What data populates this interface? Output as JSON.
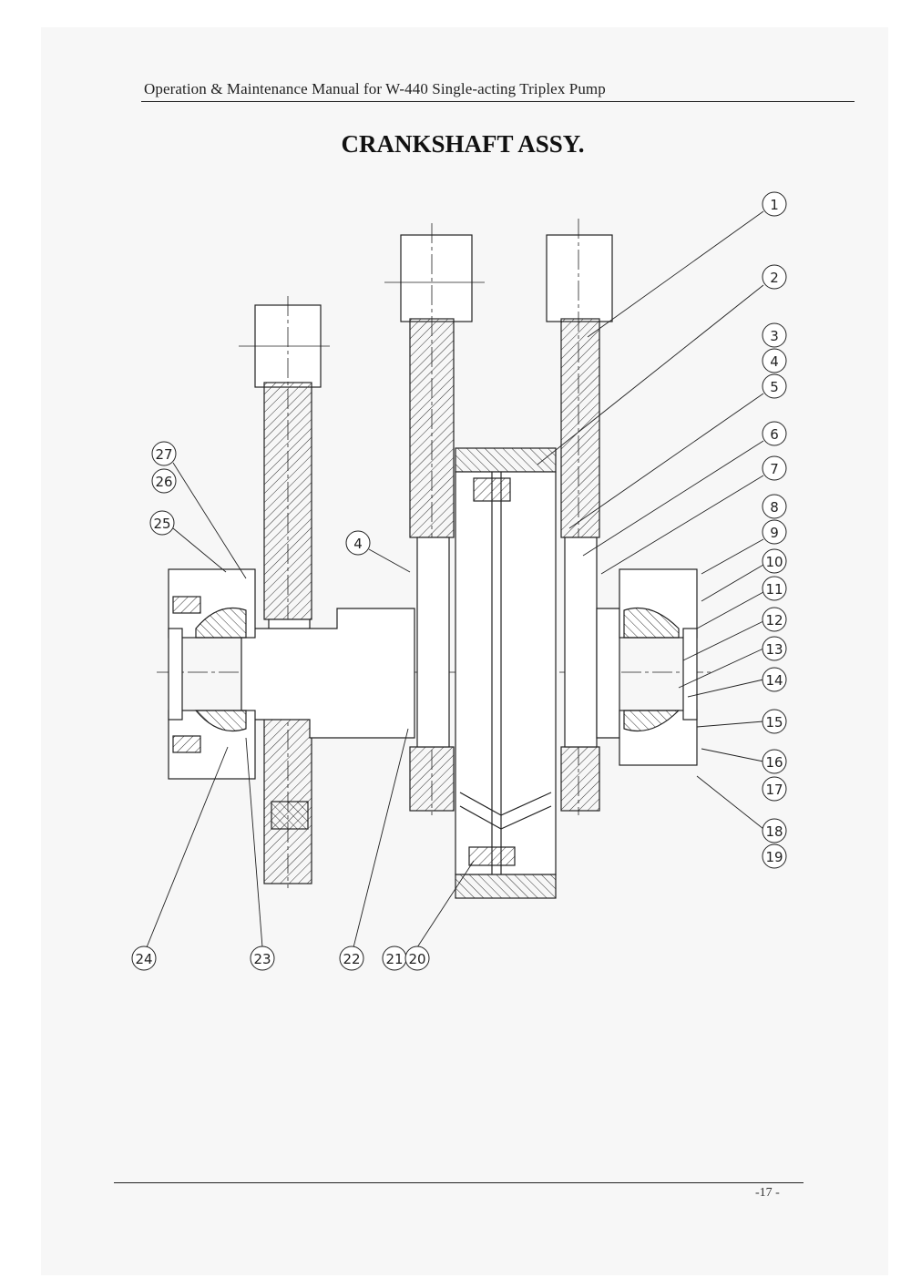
{
  "header": {
    "text": "Operation & Maintenance Manual for W-440 Single-acting Triplex Pump"
  },
  "title": "CRANKSHAFT ASSY.",
  "callouts": {
    "c1": "1",
    "c2": "2",
    "c3": "3",
    "c4": "4",
    "c5": "5",
    "c6": "6",
    "c7": "7",
    "c8": "8",
    "c9": "9",
    "c10": "10",
    "c11": "11",
    "c12": "12",
    "c13": "13",
    "c14": "14",
    "c15": "15",
    "c16": "16",
    "c17": "17",
    "c18": "18",
    "c19": "19",
    "c20": "20",
    "c21": "21",
    "c22": "22",
    "c23": "23",
    "c24": "24",
    "c25": "25",
    "c26": "26",
    "c27": "27",
    "c4b": "4"
  },
  "footer": {
    "page_number": "-17 -"
  }
}
